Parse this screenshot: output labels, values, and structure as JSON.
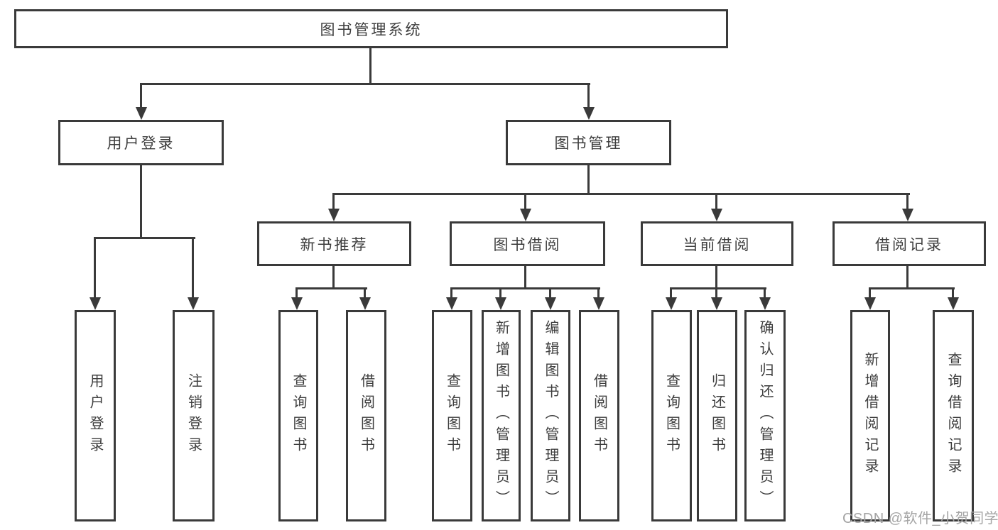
{
  "diagram": {
    "root": "图书管理系统",
    "user_login_branch": {
      "label": "用户登录",
      "children": [
        "用户登录",
        "注销登录"
      ]
    },
    "book_mgmt_branch": {
      "label": "图书管理",
      "sections": {
        "new_books": {
          "label": "新书推荐",
          "children": [
            "查询图书",
            "借阅图书"
          ]
        },
        "borrow": {
          "label": "图书借阅",
          "children": [
            "查询图书",
            "新增图书（管理员）",
            "编辑图书（管理员）",
            "借阅图书"
          ]
        },
        "current": {
          "label": "当前借阅",
          "children": [
            "查询图书",
            "归还图书",
            "确认归还（管理员）"
          ]
        },
        "records": {
          "label": "借阅记录",
          "children": [
            "新增借阅记录",
            "查询借阅记录"
          ]
        }
      }
    }
  },
  "watermark": "CSDN @软件_小贺同学",
  "colors": {
    "line": "#3a3a3a",
    "text": "#3d3d3d",
    "watermark": "#a5a5a5",
    "background": "#ffffff"
  }
}
